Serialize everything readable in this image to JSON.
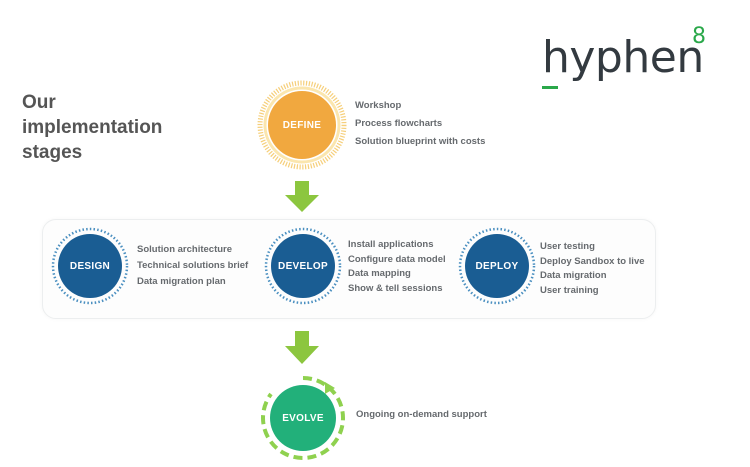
{
  "heading": {
    "line1": "Our",
    "line2": "implementation",
    "line3": "stages"
  },
  "logo": {
    "word": "hyphen",
    "superscript": "8"
  },
  "colors": {
    "define": "#f1a83f",
    "define_ring": "#f6cf7a",
    "blue": "#1a5d93",
    "blue_ring": "#4a8fc0",
    "evolve": "#22b07a",
    "evolve_ring": "#8fd14f",
    "arrow": "#8cc63f",
    "text": "#666a6e"
  },
  "stages": {
    "define": {
      "label": "DEFINE",
      "items": [
        "Workshop",
        "Process flowcharts",
        "Solution blueprint with costs"
      ]
    },
    "design": {
      "label": "DESIGN",
      "items": [
        "Solution architecture",
        "Technical solutions brief",
        "Data migration plan"
      ]
    },
    "develop": {
      "label": "DEVELOP",
      "items": [
        "Install applications",
        "Configure data model",
        "Data mapping",
        "Show & tell sessions"
      ]
    },
    "deploy": {
      "label": "DEPLOY",
      "items": [
        "User testing",
        "Deploy Sandbox to live",
        "Data migration",
        "User training"
      ]
    },
    "evolve": {
      "label": "EVOLVE",
      "items": [
        "Ongoing on-demand support"
      ]
    }
  }
}
